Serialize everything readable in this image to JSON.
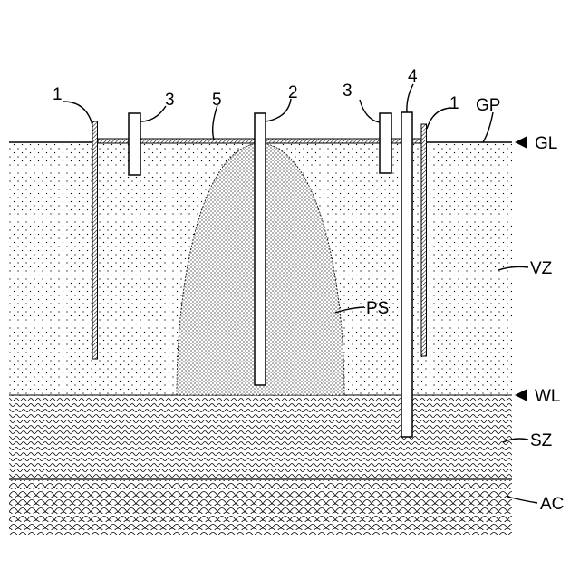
{
  "diagram": {
    "labels": {
      "well_left": "1",
      "well_right": "1",
      "pipe_left": "3",
      "pipe_right": "3",
      "injection_pipe": "2",
      "monitor_pipe": "4",
      "cover_sheet": "5",
      "ground_plane": "GP",
      "ground_level": "GL",
      "vadose_zone": "VZ",
      "plume": "PS",
      "water_level": "WL",
      "saturated_zone": "SZ",
      "aquitard": "AC"
    },
    "colors": {
      "line": "#000000",
      "background": "#ffffff",
      "plume_fill": "#d0d0d0",
      "element_fill": "#ffffff"
    }
  }
}
